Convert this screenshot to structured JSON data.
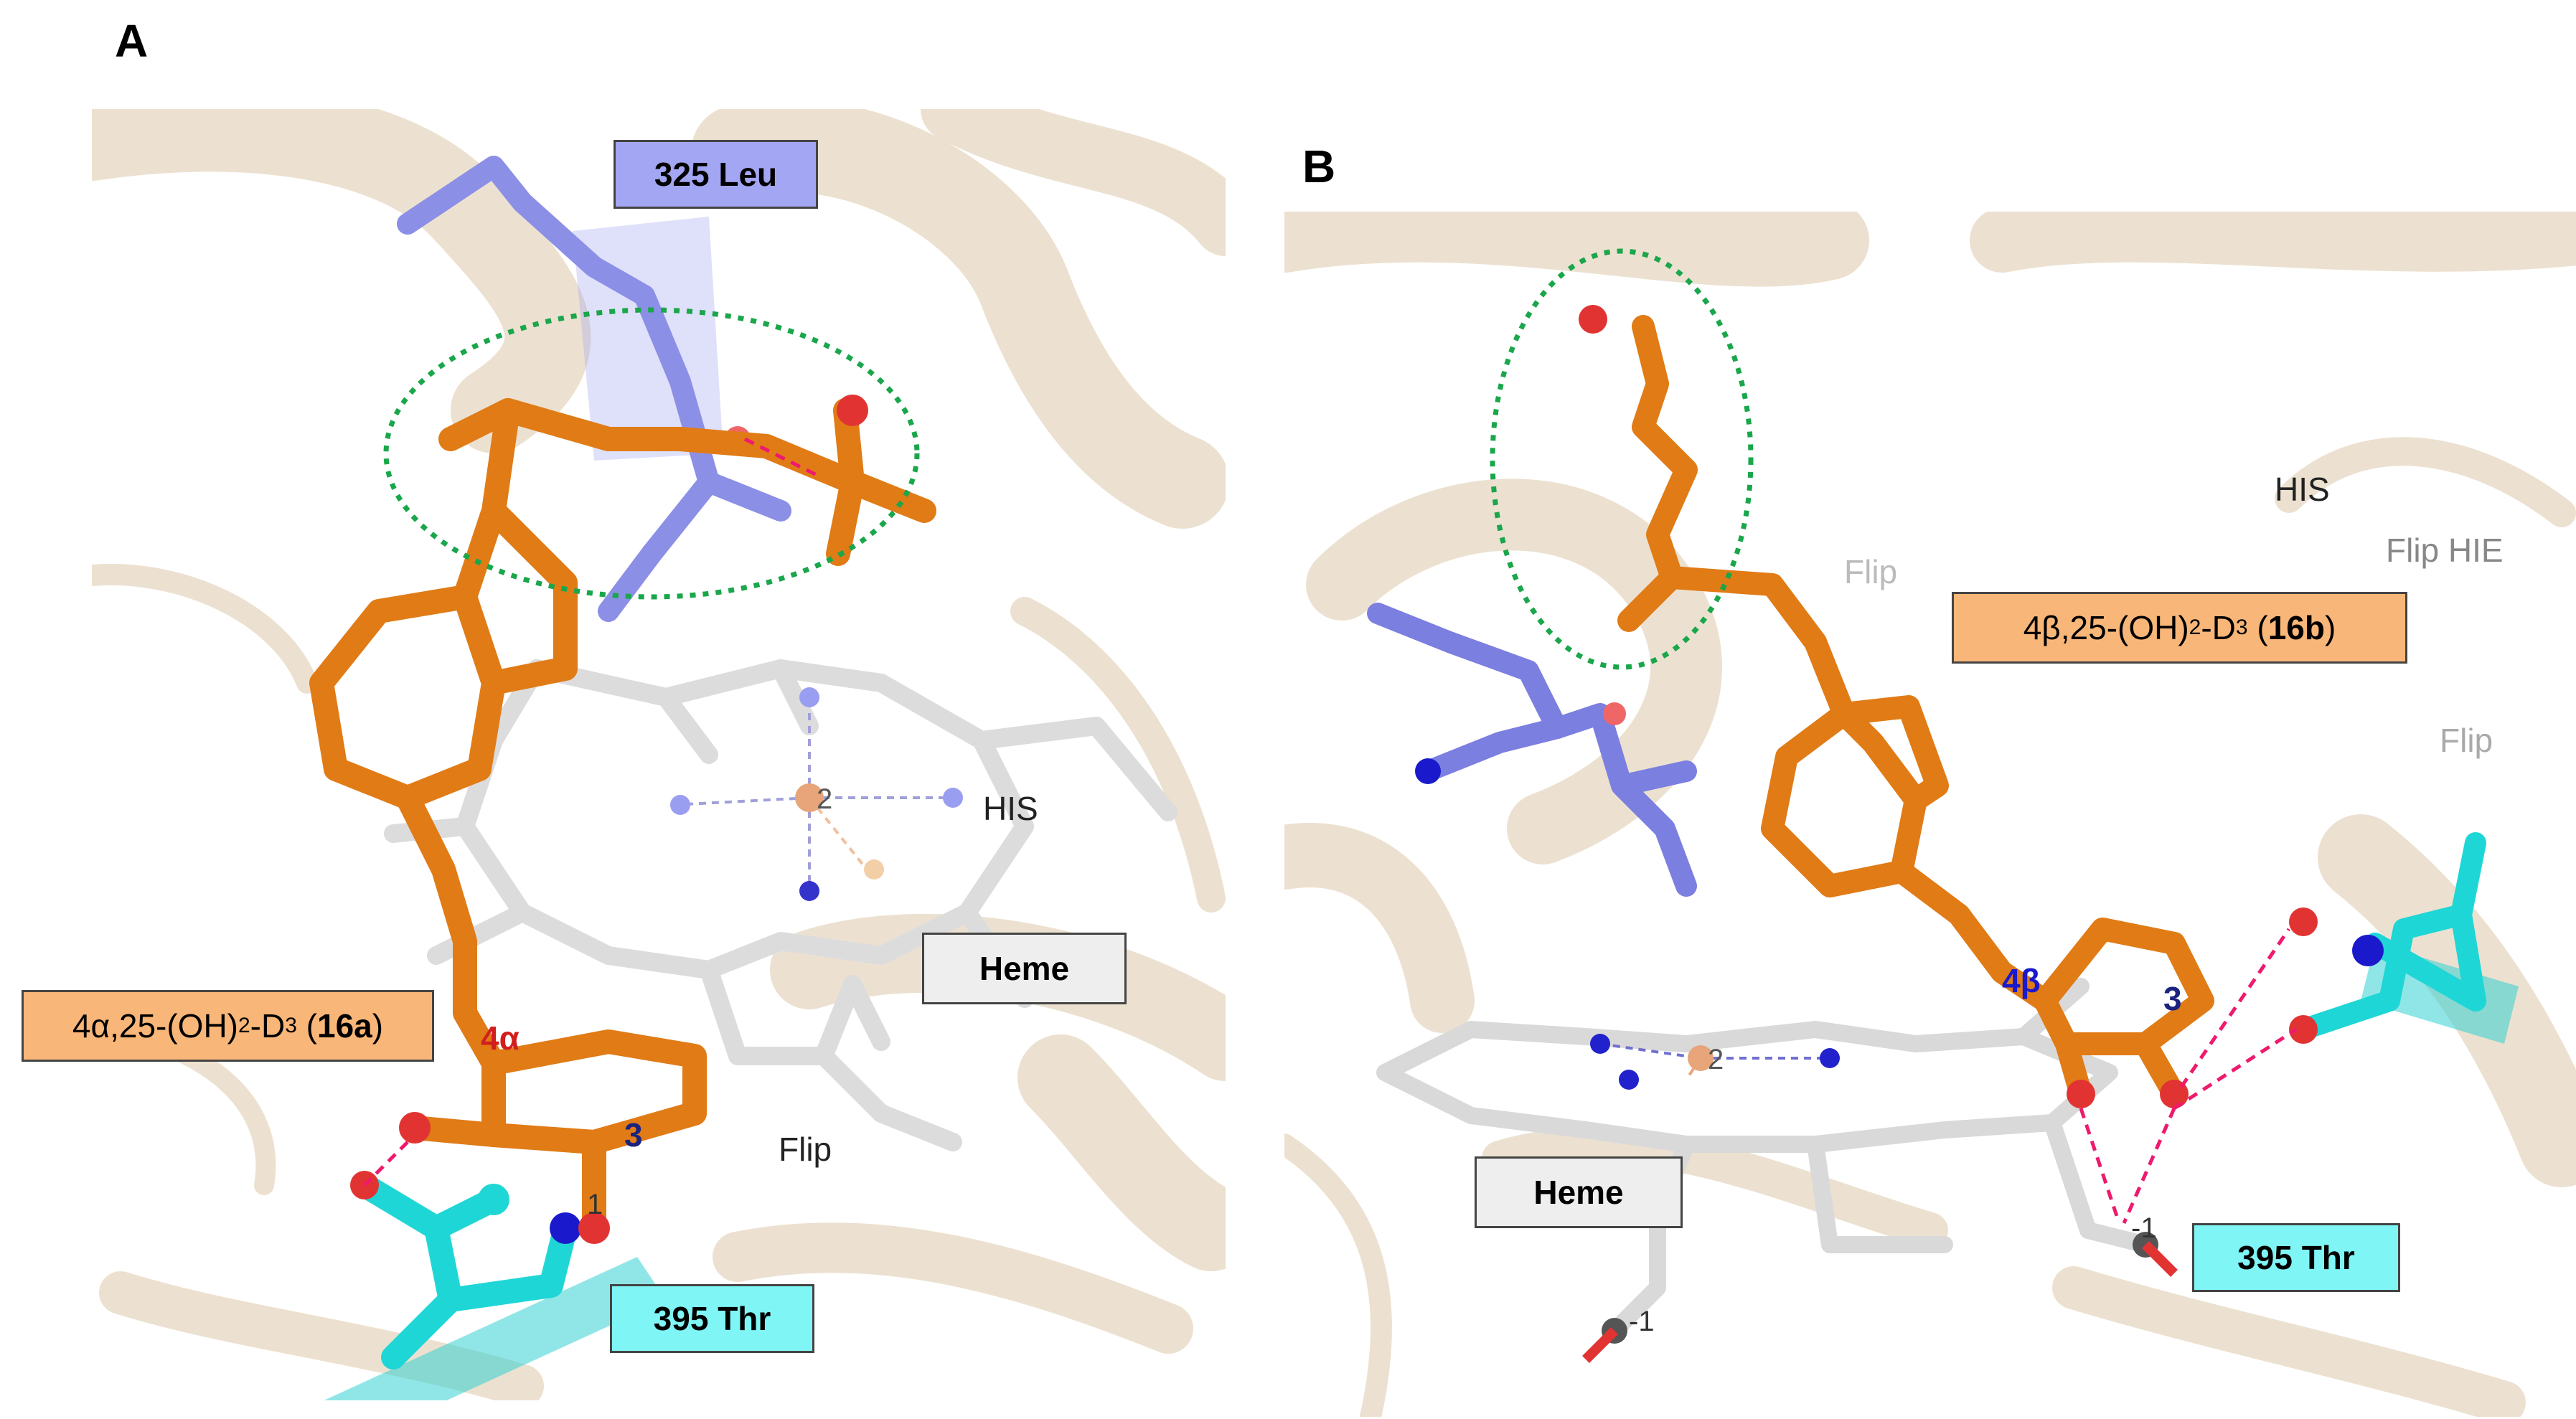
{
  "panels": {
    "a": {
      "letter": "A",
      "residue_top": "325 Leu",
      "residue_bottom": "395 Thr",
      "heme": "Heme",
      "ligand": {
        "prefix": "4α,25-(OH)",
        "sub1": "2",
        "mid": "-D",
        "sub2": "3",
        "open": " (",
        "bold": "16a",
        "close": ")"
      },
      "pos_4": "4α",
      "pos_3": "3",
      "his": "HIS",
      "flip": "Flip",
      "iron_charge": "2",
      "charge_minus1": "1"
    },
    "b": {
      "letter": "B",
      "residue_bottom": "395 Thr",
      "heme": "Heme",
      "ligand": {
        "prefix": "4β,25-(OH)",
        "sub1": "2",
        "mid": "-D",
        "sub2": "3",
        "open": " (",
        "bold": "16b",
        "close": ")"
      },
      "pos_4": "4β",
      "pos_3": "3",
      "his": "HIS",
      "flip_hie": "Flip HIE",
      "flip_upper": "Flip",
      "flip_right": "Flip",
      "iron_charge": "2",
      "charge_a": "-1",
      "charge_b": "-1"
    }
  },
  "colors": {
    "ligand_carbon": "#e07b16",
    "leu_carbon": "#8c8fe6",
    "thr_carbon": "#1fd6d6",
    "heme_carbon": "#d9d9d9",
    "oxygen": "#e23333",
    "nitrogen": "#1a1acc",
    "hbond": "#ee1a6e",
    "hydrophobic_circle": "#1aa64b",
    "protein_ribbon": "#e8d8c2",
    "label_leu_bg": "#a3a6f2",
    "label_thr_bg": "#7ff5f5",
    "label_ligand_bg": "#f9b679",
    "label_heme_bg": "#eeeeee"
  }
}
